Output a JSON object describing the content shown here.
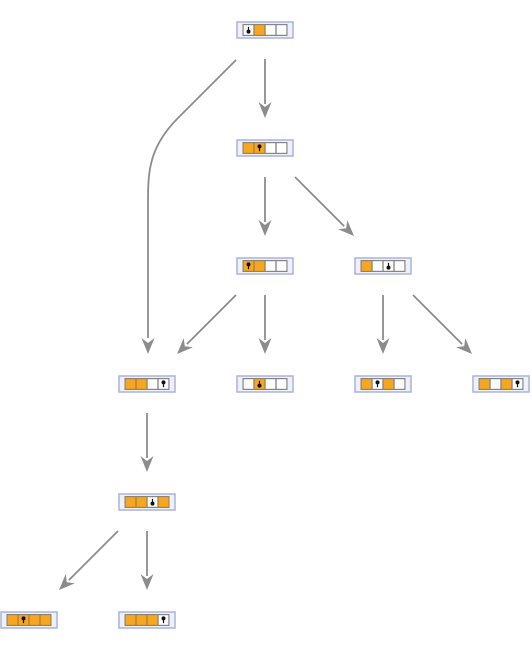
{
  "diagram": {
    "type": "state-transition-tree",
    "nodes": [
      {
        "id": "n0",
        "cells": [
          "white",
          "orange",
          "white",
          "white"
        ],
        "head": {
          "cell": 0,
          "dir": "down"
        }
      },
      {
        "id": "n1",
        "cells": [
          "orange",
          "orange",
          "white",
          "white"
        ],
        "head": {
          "cell": 1,
          "dir": "up"
        }
      },
      {
        "id": "n2",
        "cells": [
          "orange",
          "orange",
          "white",
          "white"
        ],
        "head": {
          "cell": 0,
          "dir": "up"
        }
      },
      {
        "id": "n3",
        "cells": [
          "orange",
          "white",
          "white",
          "white"
        ],
        "head": {
          "cell": 2,
          "dir": "down"
        }
      },
      {
        "id": "n4",
        "cells": [
          "orange",
          "orange",
          "white",
          "white"
        ],
        "head": {
          "cell": 3,
          "dir": "up"
        }
      },
      {
        "id": "n5",
        "cells": [
          "white",
          "orange",
          "white",
          "white"
        ],
        "head": {
          "cell": 1,
          "dir": "down"
        }
      },
      {
        "id": "n6",
        "cells": [
          "orange",
          "white",
          "orange",
          "white"
        ],
        "head": {
          "cell": 1,
          "dir": "up"
        }
      },
      {
        "id": "n7",
        "cells": [
          "orange",
          "white",
          "orange",
          "white"
        ],
        "head": {
          "cell": 3,
          "dir": "up"
        }
      },
      {
        "id": "n8",
        "cells": [
          "orange",
          "orange",
          "white",
          "orange"
        ],
        "head": {
          "cell": 2,
          "dir": "down"
        }
      },
      {
        "id": "n9",
        "cells": [
          "orange",
          "orange",
          "orange",
          "orange"
        ],
        "head": {
          "cell": 1,
          "dir": "up"
        }
      },
      {
        "id": "n10",
        "cells": [
          "orange",
          "orange",
          "orange",
          "white"
        ],
        "head": {
          "cell": 3,
          "dir": "up"
        }
      }
    ],
    "edges": [
      {
        "from": "n0",
        "to": "n1"
      },
      {
        "from": "n0",
        "to": "n4"
      },
      {
        "from": "n1",
        "to": "n2"
      },
      {
        "from": "n1",
        "to": "n3"
      },
      {
        "from": "n2",
        "to": "n4"
      },
      {
        "from": "n2",
        "to": "n5"
      },
      {
        "from": "n3",
        "to": "n6"
      },
      {
        "from": "n3",
        "to": "n7"
      },
      {
        "from": "n4",
        "to": "n8"
      },
      {
        "from": "n8",
        "to": "n9"
      },
      {
        "from": "n8",
        "to": "n10"
      }
    ],
    "colors": {
      "orange": "#f5a623",
      "white": "#ffffff",
      "frame": "#a9b4dc",
      "tape": "#808080",
      "edge": "#8c8c8c"
    }
  }
}
